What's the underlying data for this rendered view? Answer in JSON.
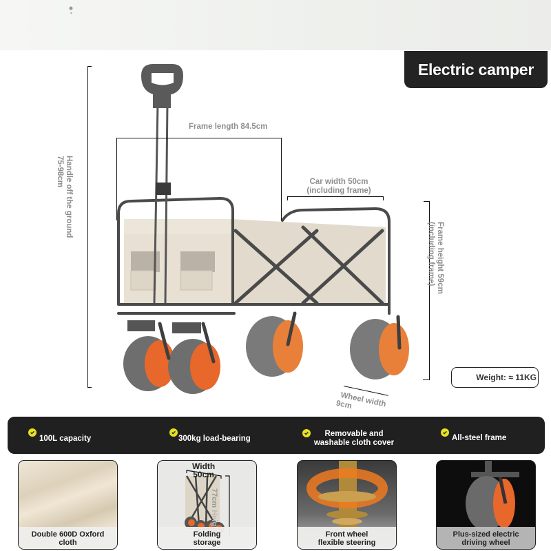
{
  "header": {
    "title": "Electric camper"
  },
  "dimensions": {
    "handle_height": "Handle off the ground 75-98cm",
    "frame_length": "Frame length 84.5cm",
    "car_width_line1": "Car width 50cm",
    "car_width_line2": "(including frame)",
    "frame_height_line1": "Frame height 59cm",
    "frame_height_line2": "(including frame)",
    "wheel_width_line1": "Wheel width",
    "wheel_width_line2": "9cm"
  },
  "weight": {
    "label": "Weight: ≈ 11KG"
  },
  "features": [
    {
      "label": "100L capacity",
      "icon": "check-circle-icon"
    },
    {
      "label": "300kg load-bearing",
      "icon": "check-circle-icon"
    },
    {
      "label_line1": "Removable and",
      "label_line2": "washable cloth cover",
      "icon": "check-circle-icon"
    },
    {
      "label": "All-steel frame",
      "icon": "check-circle-icon"
    }
  ],
  "cards": [
    {
      "caption_line1": "Double 600D Oxford",
      "caption_line2": "cloth"
    },
    {
      "caption_line1": "Folding",
      "caption_line2": "storage",
      "overlay_width": "Width",
      "overlay_width_value": "50cm",
      "overlay_height": "Height",
      "overlay_height_value": "77cm"
    },
    {
      "caption_line1": "Front wheel",
      "caption_line2": "flexible steering"
    },
    {
      "caption_line1": "Plus-sized electric",
      "caption_line2": "driving wheel"
    }
  ],
  "colors": {
    "dark_panel": "#202020",
    "check_yellow": "#e8e020",
    "wheel_orange": "#e8672a",
    "fabric_beige": "#e5ddd0",
    "frame_gray": "#4a4a4a"
  }
}
